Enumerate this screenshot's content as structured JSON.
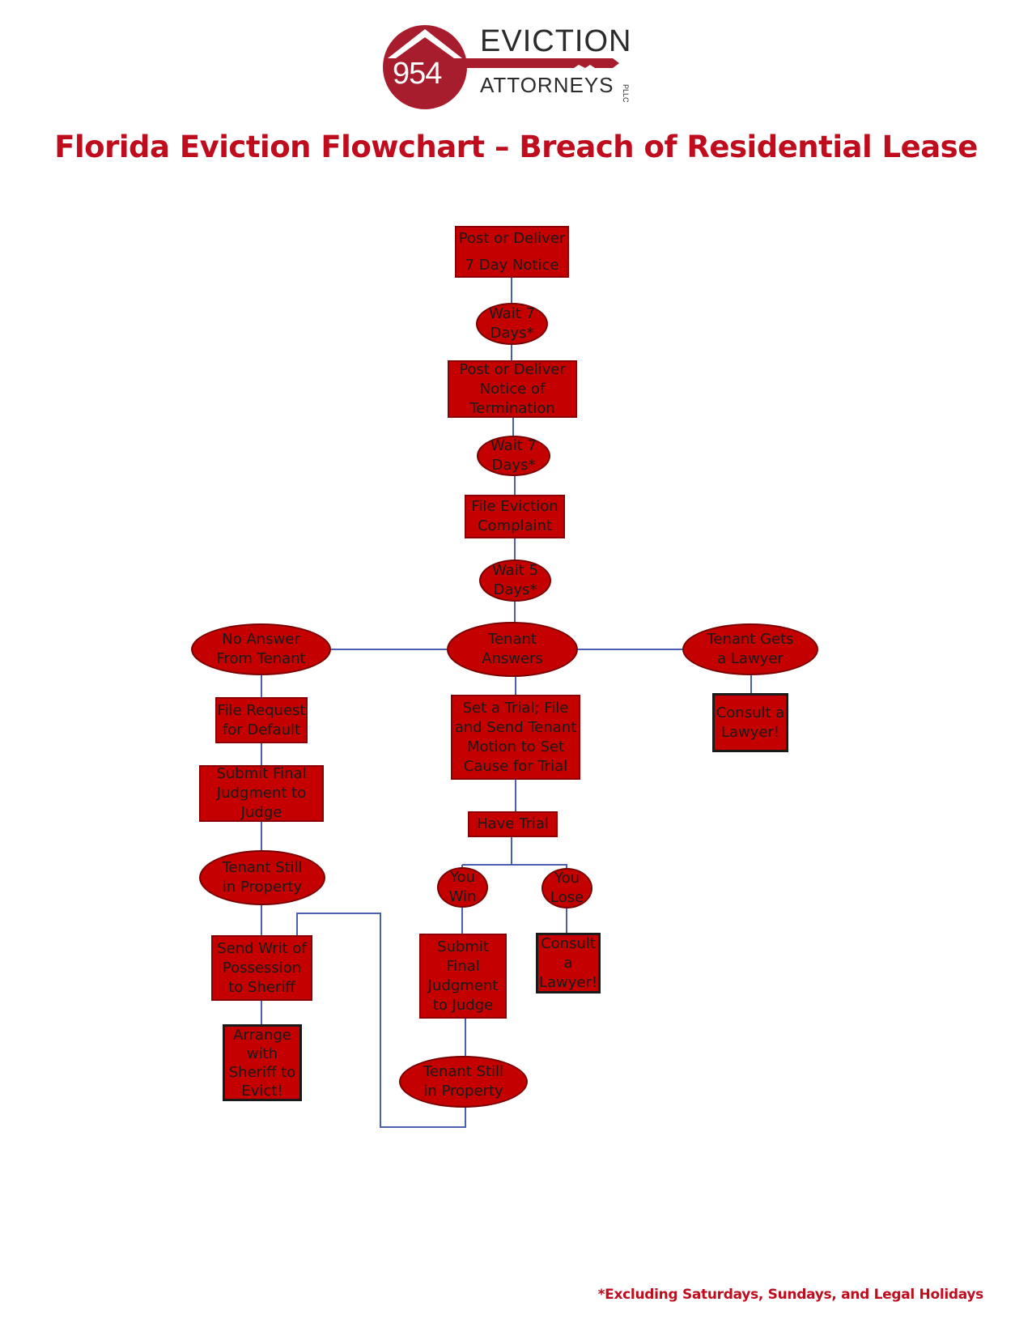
{
  "logo": {
    "number": "954",
    "word1": "EVICTION",
    "word2": "ATTORNEYS",
    "suffix": "PLLC",
    "brand_color": "#a81d2e"
  },
  "title": "Florida Eviction Flowchart – Breach of Residential Lease",
  "footnote": "*Excluding Saturdays, Sundays, and Legal Holidays",
  "colors": {
    "node_fill": "#c40000",
    "connector": "#4a5fb0",
    "title": "#c00d1e"
  },
  "nodes": {
    "post_7day": "Post or Deliver\n7 Day Notice",
    "wait1": "Wait 7\nDays*",
    "post_termination": "Post or Deliver\nNotice of\nTermination",
    "wait2": "Wait 7\nDays*",
    "file_complaint": "File Eviction\nComplaint",
    "wait3": "Wait 5\nDays*",
    "no_answer": "No Answer\nFrom Tenant",
    "tenant_answers": "Tenant\nAnswers",
    "tenant_lawyer": "Tenant Gets\na Lawyer",
    "consult_lawyer_right": "Consult a\nLawyer!",
    "file_default": "File Request\nfor Default",
    "set_trial": "Set a Trial; File\nand Send Tenant\nMotion to Set\nCause for Trial",
    "submit_judgment_left": "Submit Final\nJudgment to\nJudge",
    "have_trial": "Have Trial",
    "still_property_left": "Tenant Still\nin Property",
    "you_win": "You\nWin",
    "you_lose": "You\nLose",
    "send_writ": "Send Writ of\nPossession\nto Sheriff",
    "submit_judgment_mid": "Submit\nFinal\nJudgment\nto Judge",
    "consult_lawyer_mid": "Consult\na\nLawyer!",
    "arrange_sheriff": "Arrange\nwith\nSheriff to\nEvict!",
    "still_property_mid": "Tenant Still\nin Property"
  }
}
